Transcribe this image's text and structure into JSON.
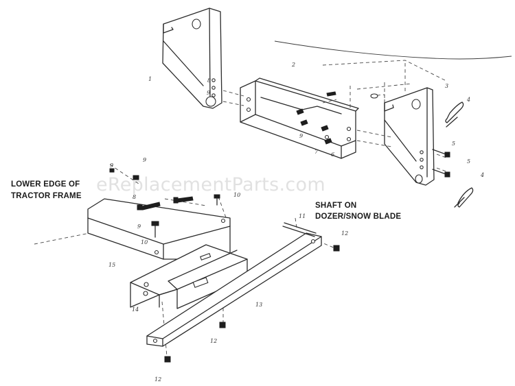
{
  "watermark": "eReplacementParts.com",
  "labels": {
    "lower_edge_line1": "LOWER EDGE OF",
    "lower_edge_line2": "TRACTOR FRAME",
    "shaft_line1": "SHAFT ON",
    "shaft_line2": "DOZER/SNOW BLADE"
  },
  "callouts": {
    "c1": "1",
    "c2": "2",
    "c3": "3",
    "c4a": "4",
    "c4b": "4",
    "c5a": "5",
    "c5b": "5",
    "c6": "6",
    "c7": "7",
    "c8a": "8",
    "c8b": "8",
    "c9a": "9",
    "c9b": "9",
    "c9c": "9",
    "c9d": "9",
    "c9e": "9",
    "c10a": "10",
    "c10b": "10",
    "c11": "11",
    "c12a": "12",
    "c12b": "12",
    "c12c": "12",
    "c13": "13",
    "c14": "14",
    "c15": "15"
  }
}
